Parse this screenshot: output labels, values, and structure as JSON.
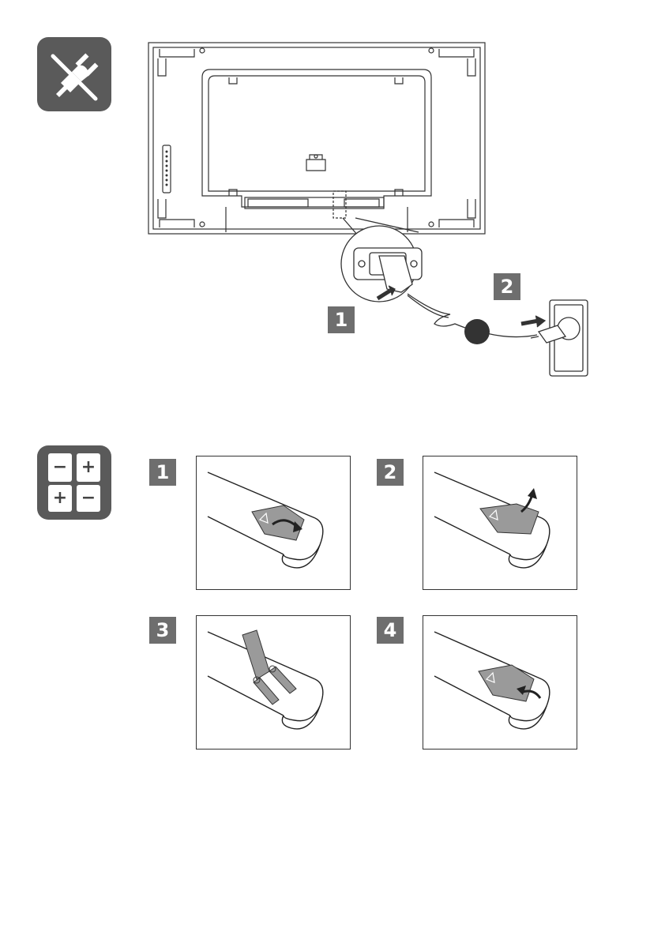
{
  "sections": {
    "power": {
      "icon": "power-plug-icon",
      "steps": [
        {
          "label": "1"
        },
        {
          "label": "2"
        }
      ]
    },
    "batteries": {
      "icon": "battery-icon",
      "icon_signs": {
        "top_left": "−",
        "top_right": "+",
        "bottom_left": "+",
        "bottom_right": "−"
      },
      "steps": [
        {
          "label": "1"
        },
        {
          "label": "2"
        },
        {
          "label": "3"
        },
        {
          "label": "4"
        }
      ]
    }
  },
  "colors": {
    "badge": "#6e6e6e",
    "icon_tile": "#5a5a5a",
    "line": "#333333",
    "cover": "#9a9a9a"
  }
}
